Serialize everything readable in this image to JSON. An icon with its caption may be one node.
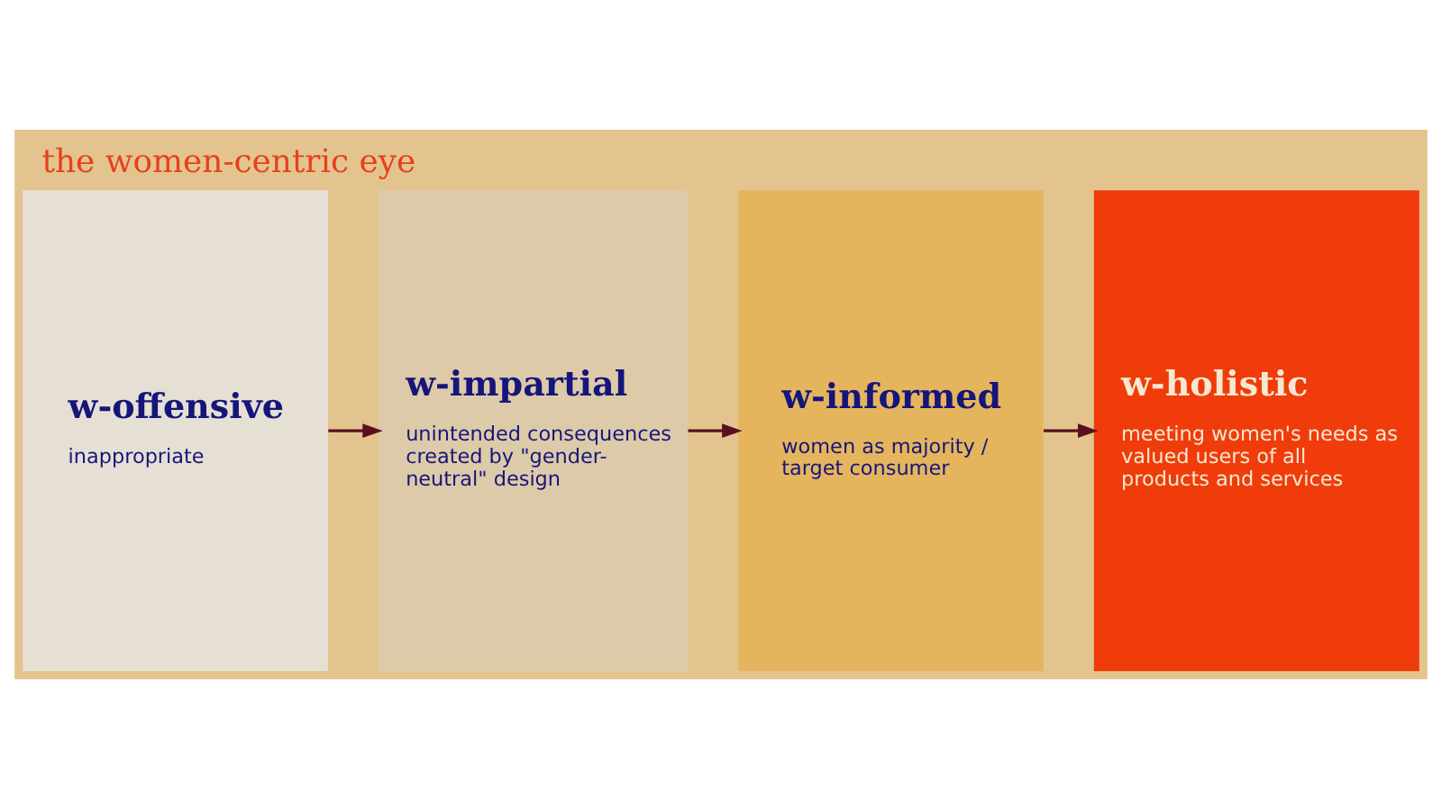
{
  "diagram": {
    "title": "the women-centric eye",
    "nodes": [
      {
        "text": [
          "w-offensive",
          "inappropriate"
        ]
      },
      {
        "text": [
          "w-impartial",
          "unintended consequences created by \"gender-neutral\" design"
        ]
      },
      {
        "text": [
          "w-informed",
          "women as majority / target consumer"
        ]
      },
      {
        "text": [
          "w-holistic",
          "meeting women's needs as valued users of all products and services"
        ]
      }
    ],
    "edges": [
      {
        "from": 0,
        "to": 1,
        "arrow": "to"
      },
      {
        "from": 1,
        "to": 2,
        "arrow": "to"
      },
      {
        "from": 2,
        "to": 3,
        "arrow": "to"
      }
    ]
  }
}
